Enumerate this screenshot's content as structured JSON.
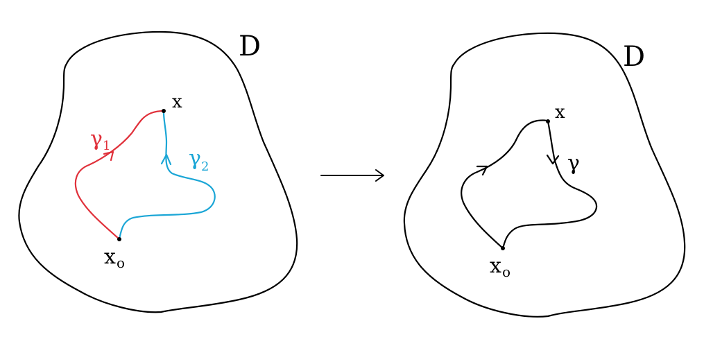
{
  "colors": {
    "ink": "#000000",
    "gamma1": "#e0303a",
    "gamma2": "#1ba6d6"
  },
  "left_panel": {
    "region_label": "D",
    "point_x_label": "x",
    "point_x0_label": "x",
    "point_x0_subscript": "o",
    "gamma1_label": "γ",
    "gamma1_subscript": "1",
    "gamma2_label": "γ",
    "gamma2_subscript": "2"
  },
  "right_panel": {
    "region_label": "D",
    "point_x_label": "x",
    "point_x0_label": "x",
    "point_x0_subscript": "o",
    "gamma_label": "γ"
  },
  "transition_arrow": "right-arrow-icon"
}
